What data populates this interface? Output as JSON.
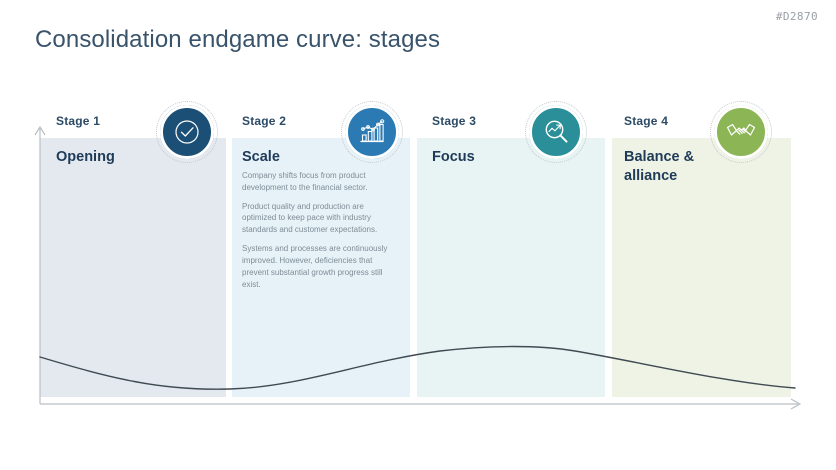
{
  "slide": {
    "id_code": "#D2870",
    "title": "Consolidation endgame curve: stages"
  },
  "stages": [
    {
      "label": "Stage 1",
      "heading": "Opening",
      "icon": "check-circle-icon",
      "icon_color": "#1b4f76",
      "panel_color": "#e4e9f0",
      "body": []
    },
    {
      "label": "Stage 2",
      "heading": "Scale",
      "icon": "bar-chart-trend-icon",
      "icon_color": "#2b7ab3",
      "panel_color": "#e7f2f8",
      "body": [
        "Company shifts focus from product development to the financial sector.",
        "Product quality and production are optimized to keep pace with industry standards and customer expectations.",
        "Systems and processes are continuously improved. However, deficiencies that prevent substantial growth progress still exist."
      ]
    },
    {
      "label": "Stage 3",
      "heading": "Focus",
      "icon": "magnifier-chart-icon",
      "icon_color": "#2a8f99",
      "panel_color": "#e8f4f4",
      "body": []
    },
    {
      "label": "Stage 4",
      "heading": "Balance & alliance",
      "icon": "handshake-icon",
      "icon_color": "#8cb655",
      "panel_color": "#eff3e6",
      "body": []
    }
  ],
  "chart_data": {
    "type": "line",
    "title": "Consolidation endgame curve: stages",
    "xlabel": "",
    "ylabel": "",
    "grid": false,
    "legend_position": "none",
    "categories": [
      "Stage 1",
      "Stage 2",
      "Stage 3",
      "Stage 4"
    ],
    "axis_style": {
      "x_axis": "arrow-right",
      "y_axis": "arrow-up",
      "axis_color": "#b9bfc4"
    },
    "series": [
      {
        "name": "Endgame curve",
        "color": "#3f4a52",
        "x": [
          40,
          120,
          200,
          280,
          360,
          440,
          520,
          600,
          680,
          760,
          800
        ],
        "y": [
          358,
          377,
          388,
          389,
          378,
          360,
          349,
          347,
          355,
          372,
          385
        ]
      }
    ],
    "annotations": [
      "Curve declines through Stage 1, bottoms near the Stage 1/2 boundary, rises through Stage 2, peaks in Stage 3, then declines through Stage 4."
    ]
  }
}
